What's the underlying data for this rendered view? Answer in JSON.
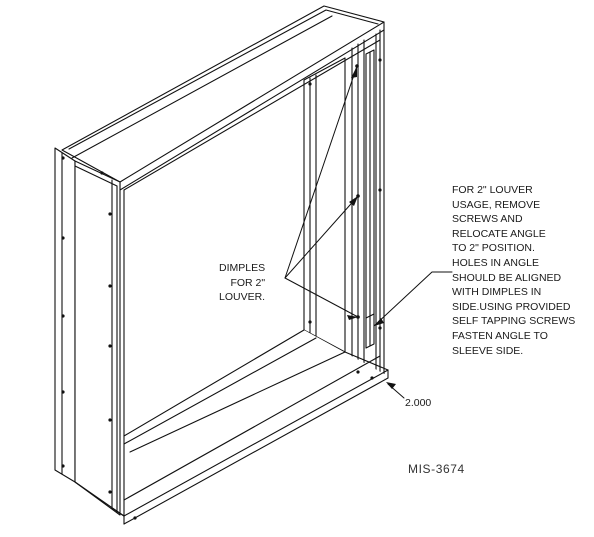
{
  "dimples_label": [
    "DIMPLES",
    "FOR 2\"",
    "LOUVER."
  ],
  "note": [
    "FOR 2\" LOUVER",
    "USAGE, REMOVE",
    "SCREWS AND",
    "RELOCATE ANGLE",
    "TO 2\" POSITION.",
    "HOLES IN ANGLE",
    "SHOULD BE ALIGNED",
    "WITH DIMPLES IN",
    "SIDE.USING PROVIDED",
    "SELF TAPPING SCREWS",
    "FASTEN ANGLE TO",
    "SLEEVE SIDE."
  ],
  "dimension": "2.000",
  "drawing_number": "MIS-3674"
}
